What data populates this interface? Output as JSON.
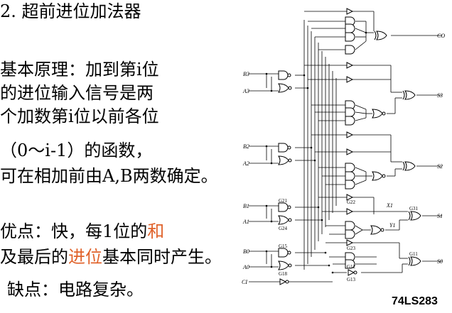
{
  "slide": {
    "title": "2. 超前进位加法器",
    "principle": [
      "基本原理：加到第i位",
      "的进位输入信号是两",
      "个加数第i位以前各位",
      "（0～i-1）的函数，",
      "可在相加前由A,B两数确定。"
    ],
    "pros": {
      "line1_prefix": "优点：快，每1位的",
      "line1_highlight": "和",
      "line2_prefix": "及最后的",
      "line2_highlight": "进位",
      "line2_suffix": "基本同时产生。"
    },
    "cons": "缺点：电路复杂。",
    "highlight_color": "#e0622a"
  },
  "circuit": {
    "chip_label": "74LS283",
    "inputs": [
      "B3",
      "A3",
      "B2",
      "A2",
      "B1",
      "A1",
      "B0",
      "A0",
      "CI"
    ],
    "outputs": [
      "CO",
      "S3",
      "S2",
      "S1",
      "S0"
    ],
    "gate_labels": [
      "G21",
      "G24",
      "G15",
      "G18",
      "G22",
      "G23",
      "G12",
      "G13",
      "G31",
      "G11"
    ],
    "signal_labels": [
      "X1",
      "Y1"
    ]
  }
}
